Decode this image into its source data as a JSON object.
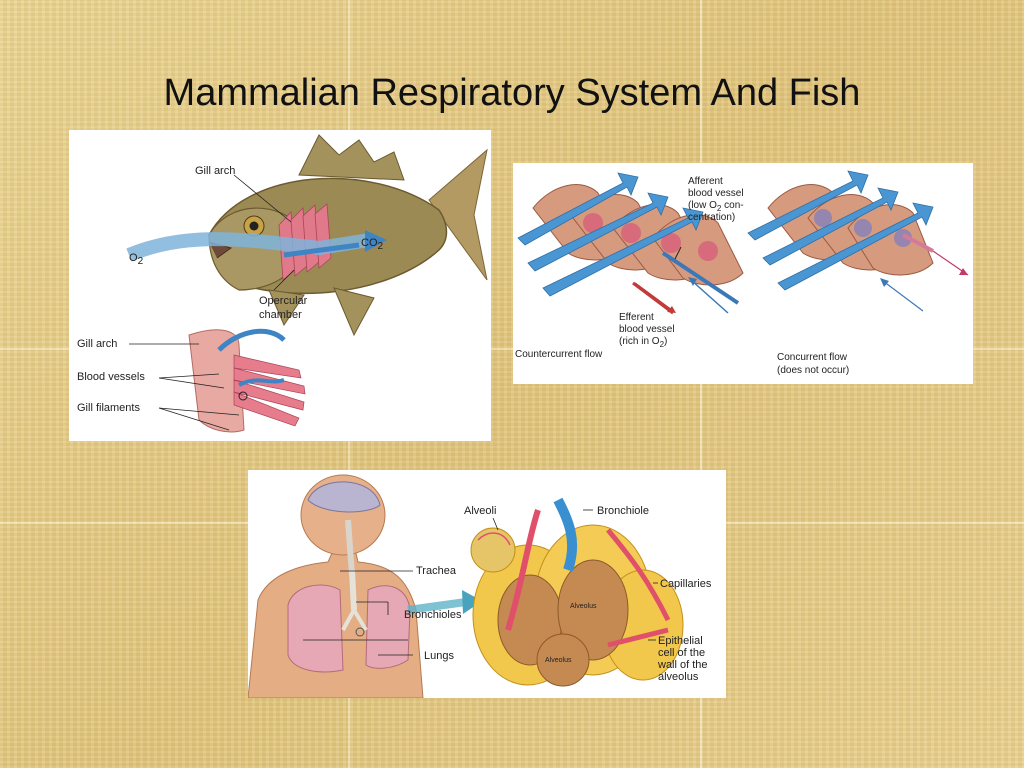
{
  "slide": {
    "title": "Mammalian Respiratory System And Fish"
  },
  "fish_diagram": {
    "gill_arch_top": "Gill arch",
    "o2": "O",
    "o2_sub": "2",
    "co2": "CO",
    "co2_sub": "2",
    "opercular_1": "Opercular",
    "opercular_2": "chamber",
    "gill_arch": "Gill arch",
    "blood_vessels": "Blood vessels",
    "gill_filaments": "Gill filaments",
    "o_mark": "O"
  },
  "flow_diagram": {
    "afferent_1": "Afferent",
    "afferent_2": "blood vessel",
    "afferent_3a": "(low O",
    "afferent_3sub": "2",
    "afferent_3b": " con-",
    "afferent_4": "centration)",
    "efferent_1": "Efferent",
    "efferent_2": "blood vessel",
    "efferent_3a": "(rich in O",
    "efferent_3sub": "2",
    "efferent_3b": ")",
    "countercurrent": "Countercurrent flow",
    "concurrent_1": "Concurrent flow",
    "concurrent_2": "(does not occur)"
  },
  "human_diagram": {
    "alveoli": "Alveoli",
    "bronchiole": "Bronchiole",
    "trachea": "Trachea",
    "capillaries": "Capillaries",
    "bronchioles": "Bronchioles",
    "alveolus_small": "Alveolus",
    "alveolus_small_2": "Alveolus",
    "lungs": "Lungs",
    "epithelial_1": "Epithelial",
    "epithelial_2": "cell of the",
    "epithelial_3": "wall of the",
    "epithelial_4": "alveolus"
  }
}
